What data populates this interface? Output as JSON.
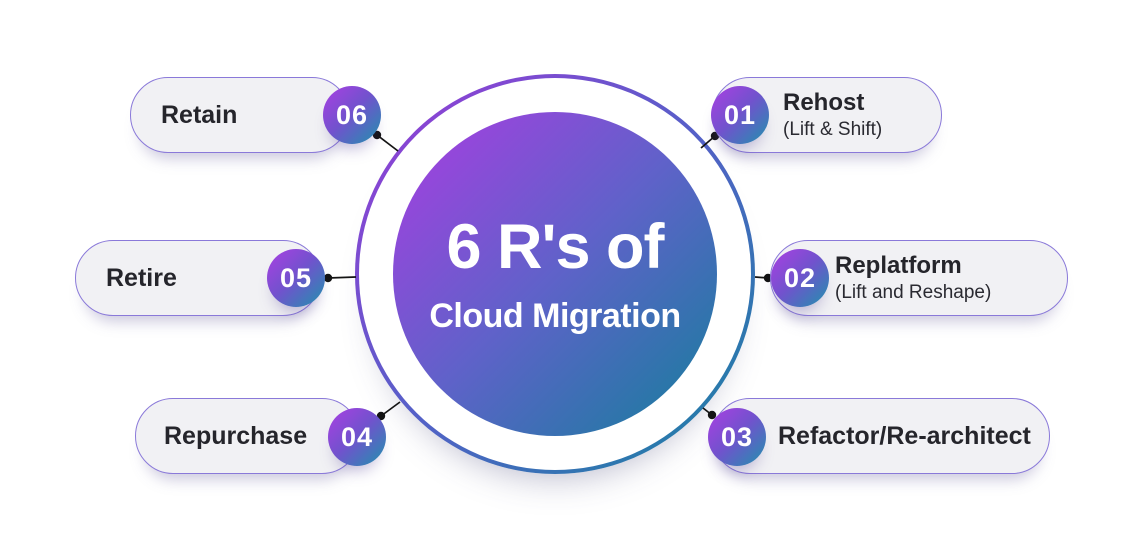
{
  "center": {
    "title_line1": "6 R's of",
    "title_line2": "Cloud Migration"
  },
  "items": [
    {
      "num": "01",
      "title": "Rehost",
      "subtitle": "(Lift & Shift)"
    },
    {
      "num": "02",
      "title": "Replatform",
      "subtitle": "(Lift and Reshape)"
    },
    {
      "num": "03",
      "title": "Refactor/Re-architect",
      "subtitle": ""
    },
    {
      "num": "04",
      "title": "Repurchase",
      "subtitle": ""
    },
    {
      "num": "05",
      "title": "Retire",
      "subtitle": ""
    },
    {
      "num": "06",
      "title": "Retain",
      "subtitle": ""
    }
  ],
  "colors": {
    "accent_purple": "#aa3ce2",
    "accent_blue_mid": "#5f62c9",
    "accent_teal": "#147f9b",
    "pill_background": "#f1f1f4",
    "pill_border": "#8a79d9",
    "text_dark": "#25252b",
    "badge_text": "#ffffff",
    "connector": "#141414",
    "page_background": "#ffffff"
  }
}
